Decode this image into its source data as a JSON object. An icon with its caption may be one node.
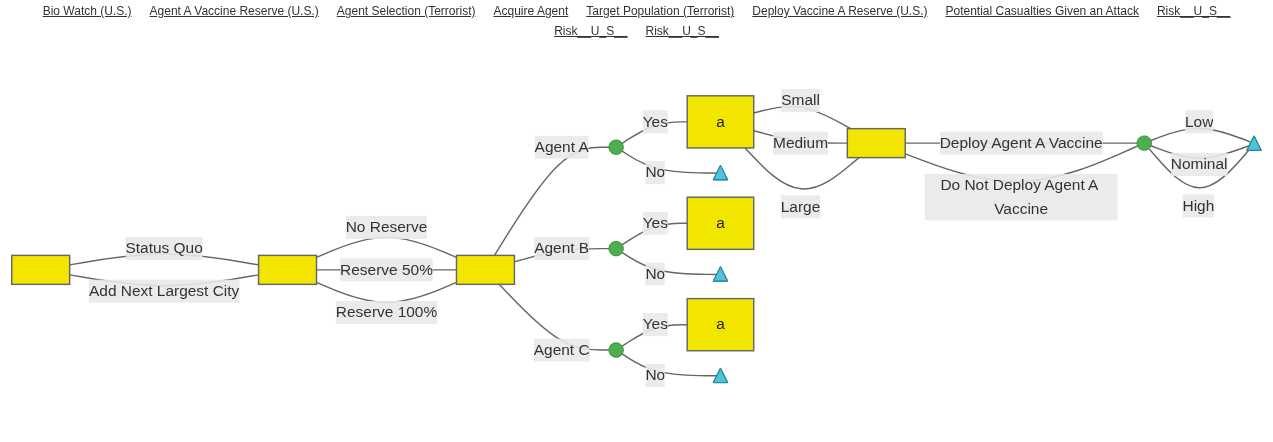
{
  "diagram": {
    "nodes": [
      {
        "text": [],
        "shape": "box"
      },
      {
        "text": [],
        "shape": "box"
      },
      {
        "text": [],
        "shape": "box"
      },
      {
        "text": [],
        "shape": "circle"
      },
      {
        "text": [],
        "shape": "circle"
      },
      {
        "text": [],
        "shape": "circle"
      },
      {
        "text": [
          "a"
        ]
      },
      {
        "text": [],
        "shape": "triangle"
      },
      {
        "text": [
          "a"
        ]
      },
      {
        "text": [],
        "shape": "triangle"
      },
      {
        "text": [
          "a"
        ]
      },
      {
        "text": [],
        "shape": "triangle"
      },
      {
        "text": [],
        "shape": "box"
      },
      {
        "text": [],
        "shape": "circle"
      },
      {
        "text": [],
        "shape": "triangle"
      }
    ],
    "edges": [
      {
        "from": 0,
        "to": 1,
        "label": "Status Quo",
        "arrow": "none"
      },
      {
        "from": 0,
        "to": 1,
        "label": "Add Next Largest City",
        "arrow": "none"
      },
      {
        "from": 1,
        "to": 2,
        "label": "No Reserve",
        "arrow": "none"
      },
      {
        "from": 1,
        "to": 2,
        "label": "Reserve 50%",
        "arrow": "none"
      },
      {
        "from": 1,
        "to": 2,
        "label": "Reserve 100%",
        "arrow": "none"
      },
      {
        "from": 2,
        "to": 3,
        "label": "Agent A",
        "arrow": "none"
      },
      {
        "from": 2,
        "to": 4,
        "label": "Agent B",
        "arrow": "none"
      },
      {
        "from": 2,
        "to": 5,
        "label": "Agent C",
        "arrow": "none"
      },
      {
        "from": 3,
        "to": 6,
        "label": "Yes",
        "arrow": "none"
      },
      {
        "from": 3,
        "to": 7,
        "label": "No",
        "arrow": "none"
      },
      {
        "from": 4,
        "to": 8,
        "label": "Yes",
        "arrow": "none"
      },
      {
        "from": 4,
        "to": 9,
        "label": "No",
        "arrow": "none"
      },
      {
        "from": 5,
        "to": 10,
        "label": "Yes",
        "arrow": "none"
      },
      {
        "from": 5,
        "to": 11,
        "label": "No",
        "arrow": "none"
      },
      {
        "from": 6,
        "to": 12,
        "label": "Small",
        "arrow": "none"
      },
      {
        "from": 6,
        "to": 12,
        "label": "Medium",
        "arrow": "none"
      },
      {
        "from": 6,
        "to": 12,
        "label": "Large",
        "arrow": "none"
      },
      {
        "from": 12,
        "to": 13,
        "label": "Deploy Agent A Vaccine",
        "arrow": "none"
      },
      {
        "from": 12,
        "to": 13,
        "label": "Do Not Deploy Agent A Vaccine",
        "arrow": "none"
      },
      {
        "from": 13,
        "to": 14,
        "label": "Low",
        "arrow": "none"
      },
      {
        "from": 13,
        "to": 14,
        "label": "Nominal",
        "arrow": "none"
      },
      {
        "from": 13,
        "to": 14,
        "label": "High",
        "arrow": "none"
      }
    ],
    "labels": [
      "Bio Watch (U.S.)",
      "Agent A Vaccine Reserve (U.S.)",
      "Agent Selection (Terrorist)",
      "Acquire Agent",
      "Target Population (Terrorist)",
      "Deploy Vaccine A Reserve (U.S.)",
      "Potential Casualties Given an Attack",
      "Risk__U_S__",
      "Risk__U_S__",
      "Risk__U_S__"
    ]
  }
}
